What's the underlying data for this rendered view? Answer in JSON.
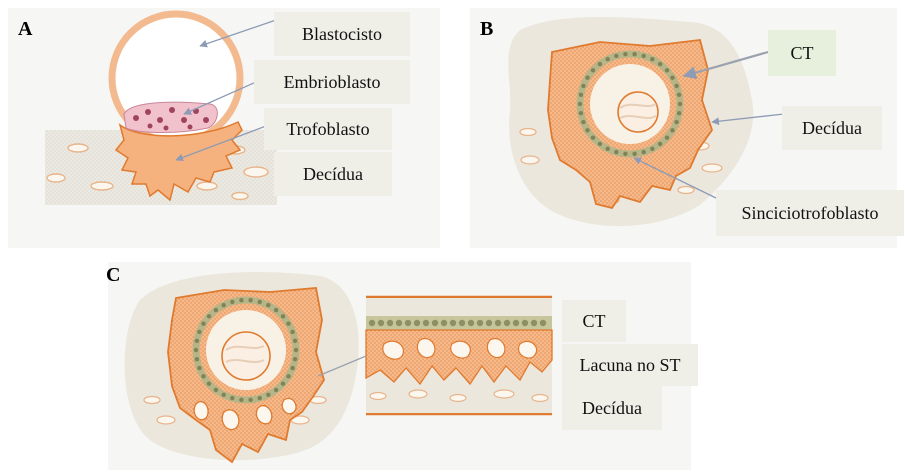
{
  "panel_a": {
    "letter": "A",
    "labels": {
      "blastocisto": "Blastocisto",
      "embrioblasto": "Embrioblasto",
      "trofoblasto": "Trofoblasto",
      "decidua": "Decídua"
    }
  },
  "panel_b": {
    "letter": "B",
    "labels": {
      "ct": "CT",
      "decidua": "Decídua",
      "sinciciotrofoblasto": "Sinciciotrofoblasto"
    }
  },
  "panel_c": {
    "letter": "C",
    "labels": {
      "ct": "CT",
      "lacuna": "Lacuna no ST",
      "decidua": "Decídua"
    }
  },
  "colors": {
    "trophoblast_fill": "#f6b98a",
    "trophoblast_edge": "#e07a2e",
    "decidua_fill": "#efe6d6",
    "cytotrophoblast_cell": "#8c9063",
    "embryoblast_cell": "#a0445b",
    "leader_line": "#8e9bb5"
  }
}
